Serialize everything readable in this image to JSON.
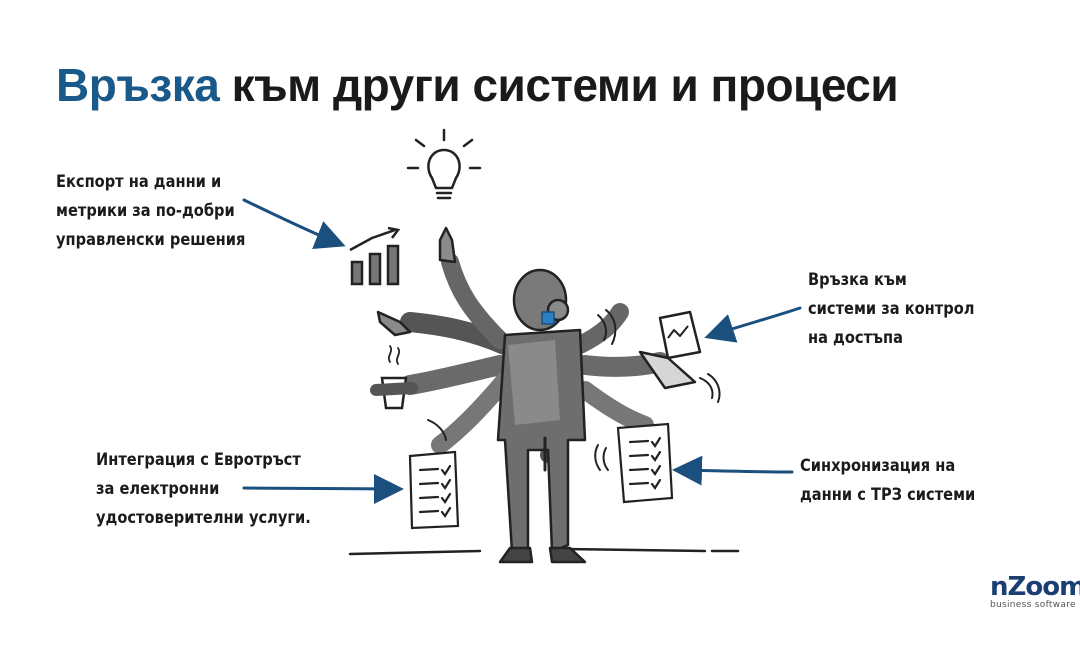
{
  "title": {
    "accent": "Връзка",
    "rest": " към други системи и процеси"
  },
  "callouts": {
    "export": [
      "Експорт на данни и",
      "метрики за по-добри",
      "управленски решения"
    ],
    "access": [
      "Връзка към",
      "системи за контрол",
      "на достъпа"
    ],
    "evrotrust": [
      "Интеграция с Евротръст",
      "за електронни",
      "удостоверителни услуги."
    ],
    "payroll": [
      "Синхронизация на",
      "данни с ТРЗ системи"
    ]
  },
  "logo": {
    "n": "n",
    "zoom": "Zoom",
    "tagline": "business software"
  },
  "icons": [
    "lightbulb-icon",
    "bar-chart-icon",
    "laptop-icon",
    "checklist-icon",
    "coffee-cup-icon",
    "phone-icon"
  ],
  "colors": {
    "accent": "#1a5a8a",
    "arrow": "#1b4f7e",
    "figure": "#6e6e6e",
    "logo": "#1b3f73"
  }
}
